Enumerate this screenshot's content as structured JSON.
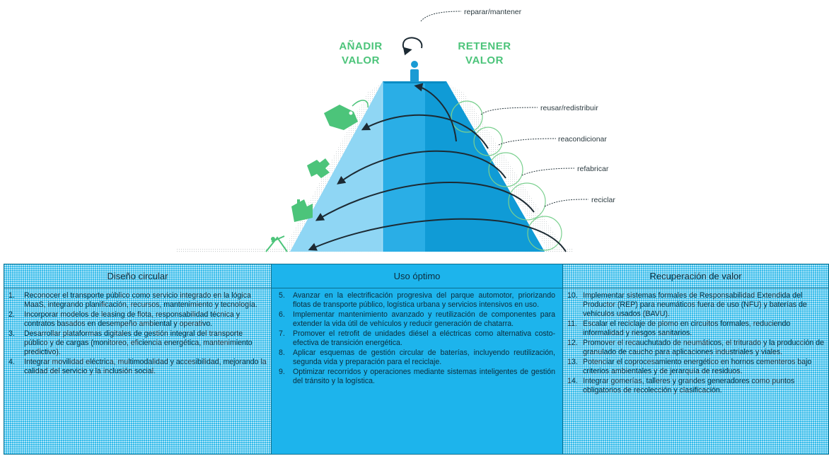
{
  "diagram": {
    "labels": {
      "add_value_1": "AÑADIR",
      "add_value_2": "VALOR",
      "retain_value_1": "RETENER",
      "retain_value_2": "VALOR"
    },
    "stages": [
      "reparar/mantener",
      "reusar/redistribuir",
      "reacondicionar",
      "refabricar",
      "reciclar"
    ],
    "colors": {
      "pyramid_left": "#8fd6f4",
      "pyramid_mid": "#2aaee6",
      "pyramid_right": "#109bd6",
      "green": "#4cc47a",
      "arrow": "#1c2a33"
    }
  },
  "table": {
    "columns": [
      {
        "header": "Diseño circular",
        "items": [
          {
            "num": "1.",
            "text": "Reconocer el transporte público como servicio integrado en la lógica MaaS, integrando planificación, recursos, mantenimiento y tecnología."
          },
          {
            "num": "2.",
            "text": "Incorporar modelos de leasing de flota, responsabilidad técnica y contratos basados en desempeño ambiental y operativo."
          },
          {
            "num": "3.",
            "text": "Desarrollar plataformas digitales de gestión integral del transporte público y de cargas (monitoreo, eficiencia energética, mantenimiento predictivo)."
          },
          {
            "num": "4.",
            "text": "Integrar movilidad eléctrica, multimodalidad y accesibilidad, mejorando la calidad del servicio y la inclusión social."
          }
        ]
      },
      {
        "header": "Uso óptimo",
        "items": [
          {
            "num": "5.",
            "text": "Avanzar en la electrificación progresiva del parque automotor, priorizando flotas de transporte público, logística urbana y servicios intensivos en uso."
          },
          {
            "num": "6.",
            "text": "Implementar mantenimiento avanzado y reutilización de componentes para extender la vida útil de vehículos y reducir generación de chatarra."
          },
          {
            "num": "7.",
            "text": "Promover el retrofit de unidades diésel a eléctricas como alternativa costo-efectiva de transición energética."
          },
          {
            "num": "8.",
            "text": "Aplicar esquemas de gestión circular de baterías, incluyendo reutilización, segunda vida y preparación para el reciclaje."
          },
          {
            "num": "9.",
            "text": "Optimizar recorridos y operaciones mediante sistemas inteligentes de gestión del tránsito y la logística."
          }
        ]
      },
      {
        "header": "Recuperación de valor",
        "items": [
          {
            "num": "10.",
            "text": "Implementar sistemas formales de Responsabilidad Extendida del Productor (REP) para neumáticos fuera de uso (NFU) y baterías de vehículos usados (BAVU)."
          },
          {
            "num": "11.",
            "text": "Escalar el reciclaje de plomo en circuitos formales, reduciendo informalidad y riesgos sanitarios."
          },
          {
            "num": "12.",
            "text": "Promover el recauchutado de neumáticos, el triturado y la producción de granulado de caucho para aplicaciones industriales y viales."
          },
          {
            "num": "13.",
            "text": "Potenciar el coprocesamiento energético en hornos cementeros bajo criterios ambientales y de jerarquía de residuos."
          },
          {
            "num": "14.",
            "text": "Integrar gomerías, talleres y grandes generadores como puntos obligatorios de recolección y clasificación."
          }
        ]
      }
    ]
  }
}
